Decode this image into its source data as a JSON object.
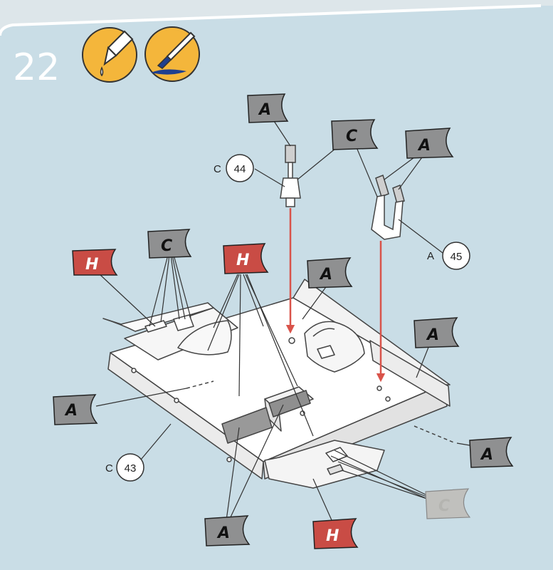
{
  "step": {
    "number": "22",
    "icons": [
      "glue-icon",
      "paint-brush-icon"
    ]
  },
  "colors": {
    "background": "#c9dde6",
    "paper": "#ffffff",
    "flag_gray": "#8f9091",
    "flag_red": "#c94c45",
    "flag_light": "#c0c0bd",
    "arrow_red": "#d9534a",
    "icon_yellow": "#f4b63b"
  },
  "flags": {
    "a_top": "A",
    "c_top": "C",
    "a_right_top": "A",
    "h_left": "H",
    "c_left": "C",
    "h_center": "H",
    "a_center": "A",
    "a_right_mid": "A",
    "a_left_mid": "A",
    "a_right_low": "A",
    "a_bottom": "A",
    "h_bottom": "H",
    "c_bottom_right": "C"
  },
  "parts": {
    "c44": {
      "prefix": "C",
      "number": "44"
    },
    "a45": {
      "prefix": "A",
      "number": "45"
    },
    "c43": {
      "prefix": "C",
      "number": "43"
    }
  }
}
